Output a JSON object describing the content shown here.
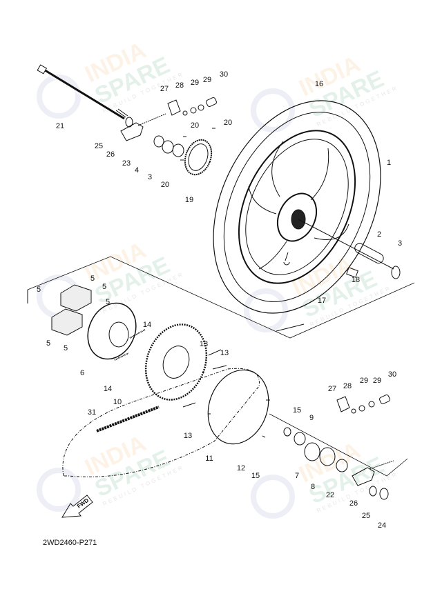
{
  "diagram": {
    "part_labels": [
      "21",
      "25",
      "26",
      "23",
      "4",
      "3",
      "20",
      "19",
      "20",
      "20",
      "27",
      "28",
      "29",
      "29",
      "30",
      "16",
      "1",
      "2",
      "3",
      "18",
      "17",
      "5",
      "5",
      "5",
      "5",
      "5",
      "5",
      "6",
      "14",
      "14",
      "13",
      "13",
      "10",
      "31",
      "13",
      "11",
      "15",
      "9",
      "12",
      "15",
      "7",
      "8",
      "22",
      "26",
      "25",
      "24",
      "27",
      "28",
      "29",
      "29",
      "30"
    ],
    "direction_marker": "FWD",
    "drawing_code": "2WD2460-P271"
  },
  "watermark": {
    "line1": "INDIA",
    "line2": "SPARE",
    "tagline": "REBUILD TOGETHER",
    "colors": {
      "india": "#f5a24a",
      "spare": "#2e9a63",
      "icon": "#5a5aa8"
    }
  }
}
